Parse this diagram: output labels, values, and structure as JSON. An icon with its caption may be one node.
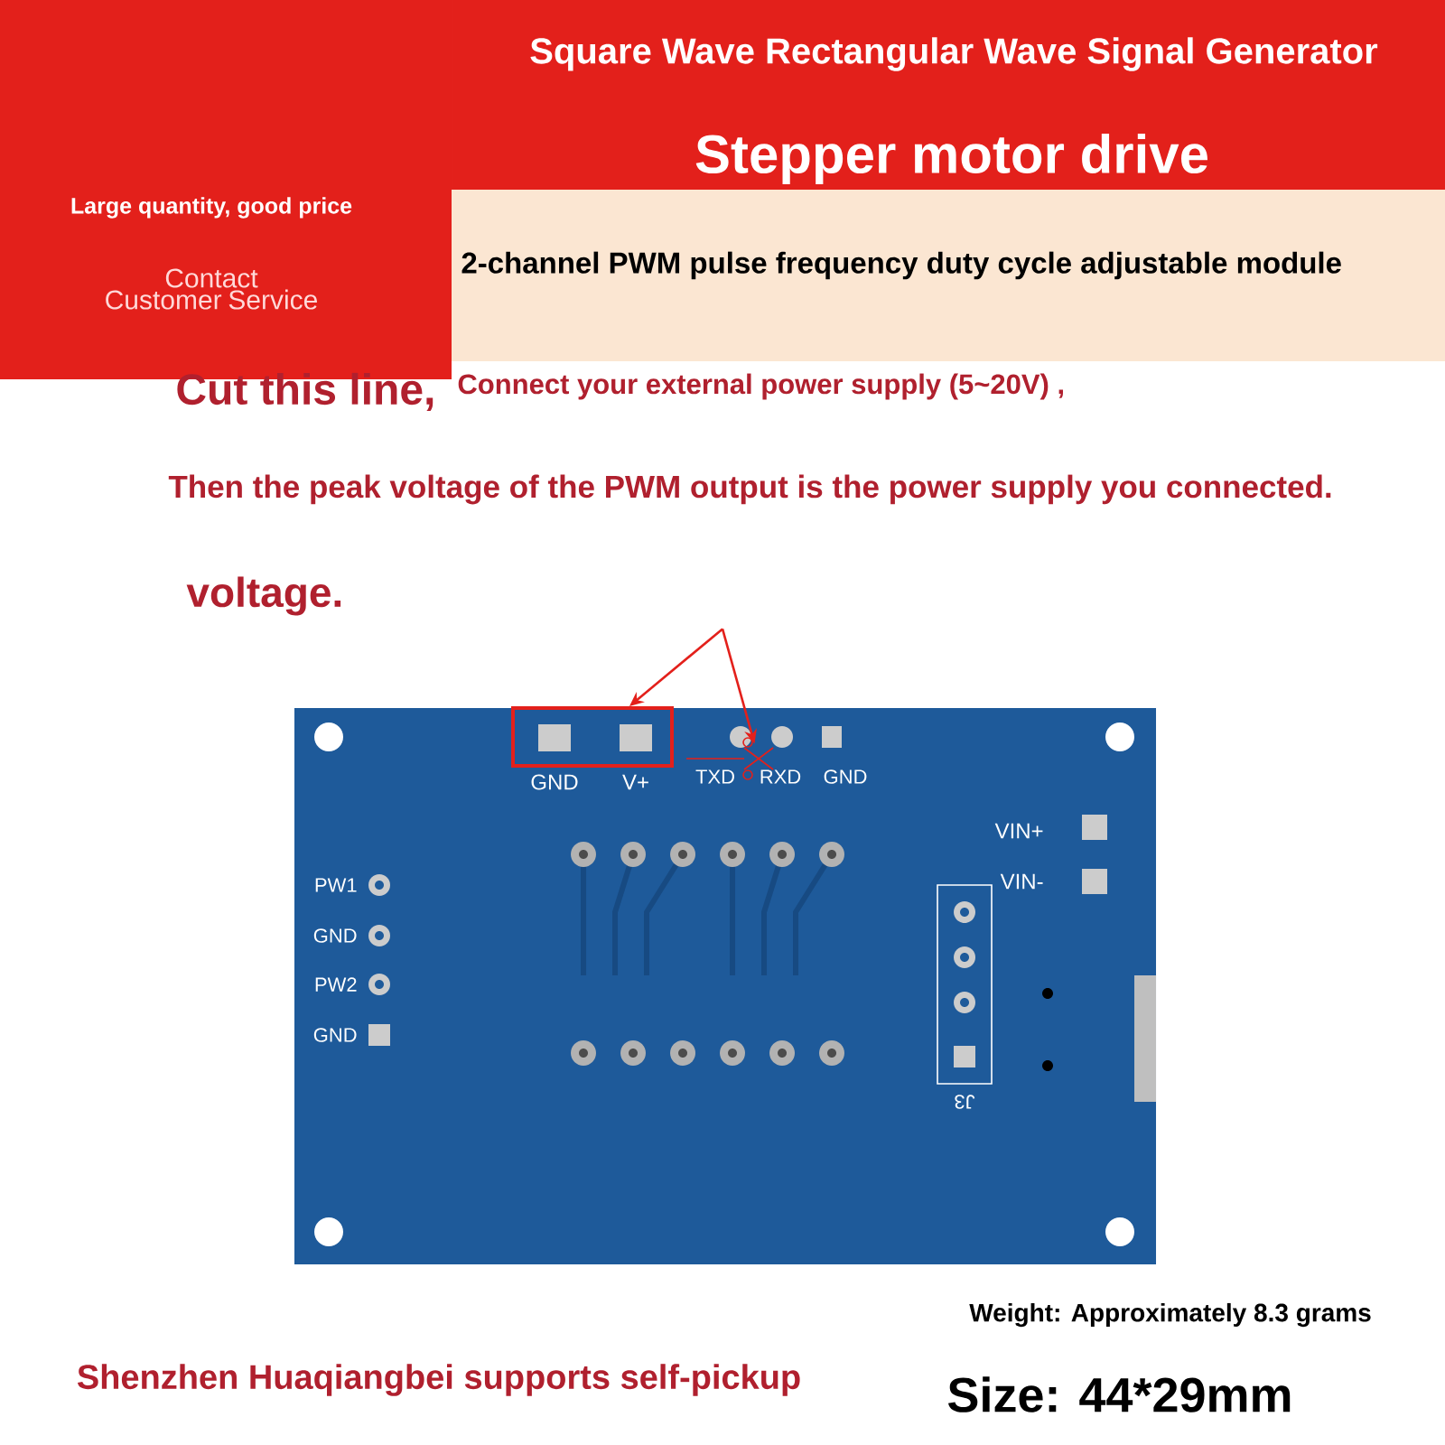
{
  "diagram": {
    "title": "Square Wave Rectangular Wave Signal Generator",
    "nodes": [
      {
        "text": [
          "Cut this line,",
          "Connect your external power supply (5~20V) ,",
          "Then the peak voltage of the PWM output is the power supply you connected.",
          "voltage."
        ]
      },
      {
        "text": [],
        "shape": "box"
      },
      {
        "text": [],
        "shape": "scissors"
      }
    ],
    "edges": [
      {
        "from": 0,
        "to": 1,
        "arrow": "to"
      },
      {
        "from": 0,
        "to": 2,
        "arrow": "to"
      }
    ],
    "labels": [
      "Stepper motor drive",
      "2-channel PWM pulse frequency duty cycle adjustable module",
      "Large quantity, good price",
      "Contact Customer Service",
      "GND",
      "V+",
      "TXD",
      "RXD",
      "GND",
      "VIN+",
      "VIN-",
      "PW1",
      "GND",
      "PW2",
      "GND",
      "J3",
      "Weight: Approximately 8.3 grams",
      "Size: 44*29mm",
      "Shenzhen Huaqiangbei supports self-pickup"
    ]
  }
}
